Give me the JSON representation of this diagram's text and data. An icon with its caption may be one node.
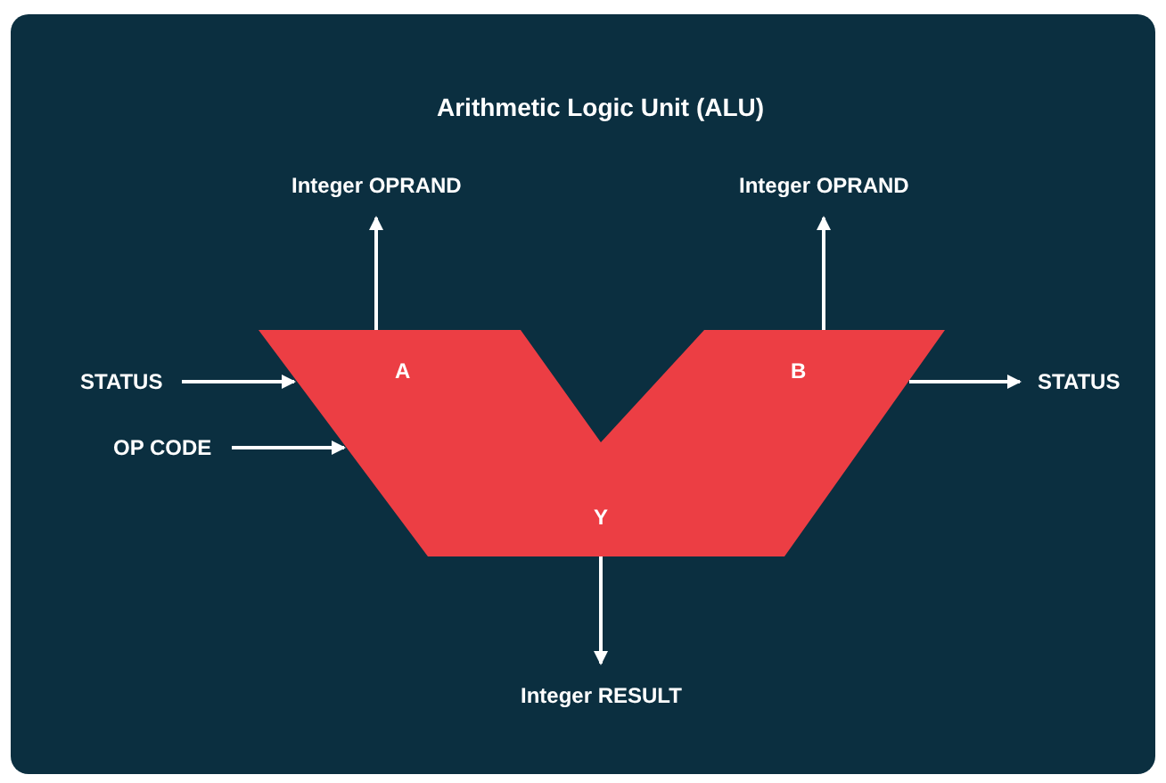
{
  "diagram": {
    "title": "Arithmetic Logic Unit (ALU)",
    "nodes": [
      {
        "text": [
          "A",
          "B",
          "Y"
        ]
      },
      {
        "text": [
          "Integer OPRAND"
        ]
      },
      {
        "text": [
          "Integer OPRAND"
        ]
      },
      {
        "text": [
          "STATUS"
        ]
      },
      {
        "text": [
          "OP CODE"
        ]
      },
      {
        "text": [
          "STATUS"
        ]
      },
      {
        "text": [
          "Integer RESULT"
        ]
      }
    ],
    "edges": [
      {
        "from": 0,
        "to": 1,
        "arrow": "to"
      },
      {
        "from": 0,
        "to": 2,
        "arrow": "to"
      },
      {
        "from": 3,
        "to": 0,
        "arrow": "to"
      },
      {
        "from": 4,
        "to": 0,
        "arrow": "to"
      },
      {
        "from": 0,
        "to": 5,
        "arrow": "to"
      },
      {
        "from": 0,
        "to": 6,
        "arrow": "to"
      }
    ]
  }
}
